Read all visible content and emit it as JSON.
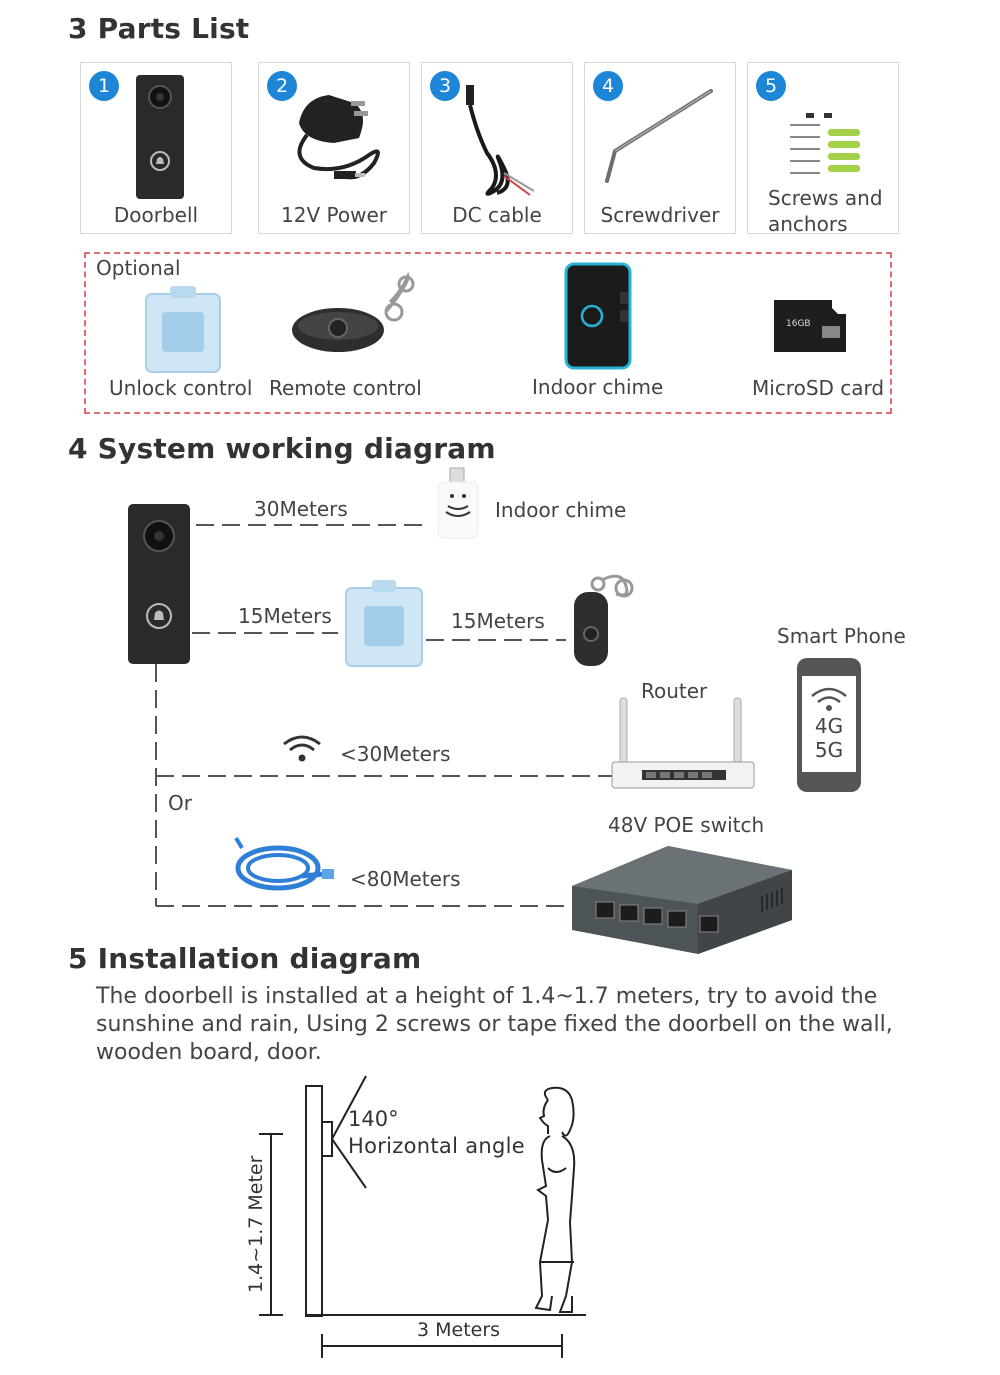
{
  "section3": {
    "title": "3 Parts List",
    "parts": [
      {
        "num": "1",
        "label": "Doorbell"
      },
      {
        "num": "2",
        "label": "12V Power"
      },
      {
        "num": "3",
        "label": "DC cable"
      },
      {
        "num": "4",
        "label": "Screwdriver"
      },
      {
        "num": "5",
        "label_line1": "Screws and",
        "label_line2": "anchors"
      }
    ],
    "optional": {
      "title": "Optional",
      "items": [
        "Unlock control",
        "Remote control",
        "Indoor chime",
        "MicroSD card"
      ],
      "sd_text": "16GB"
    }
  },
  "section4": {
    "title": "4 System working diagram",
    "labels": {
      "dist_chime": "30Meters",
      "chime": "Indoor chime",
      "dist_unlock": "15Meters",
      "dist_remote": "15Meters",
      "smart_phone": "Smart Phone",
      "router": "Router",
      "dist_wifi": "<30Meters",
      "or": "Or",
      "poe_switch": "48V POE switch",
      "dist_cable": "<80Meters",
      "phone_4g": "4G",
      "phone_5g": "5G"
    }
  },
  "section5": {
    "title": "5  Installation diagram",
    "text_line1": "The doorbell is installed at a height of 1.4~1.7 meters, try to avoid the",
    "text_line2": "sunshine and rain, Using 2 screws or tape fixed the doorbell on the wall,",
    "text_line3": "wooden board, door.",
    "angle_value": "140°",
    "angle_label": "Horizontal angle",
    "height_label": "1.4~1.7 Meter",
    "distance_label": "3 Meters"
  },
  "colors": {
    "accent_blue": "#1e86d6",
    "dashed_red": "#e26c6c",
    "device_dark": "#2c2c2c",
    "cable_blue": "#2f7fd6",
    "chime_cyan": "#27b3d6"
  }
}
